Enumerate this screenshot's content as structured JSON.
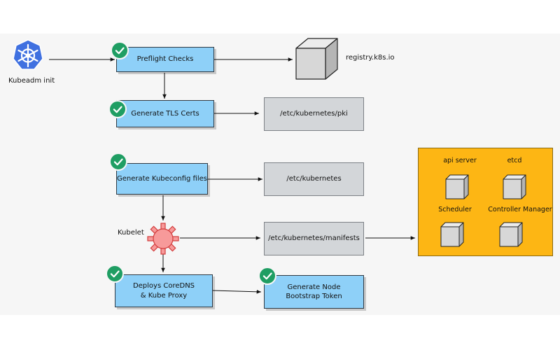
{
  "source": {
    "label": "Kubeadm init",
    "icon": "kubernetes-helm-icon"
  },
  "steps": {
    "preflight": "Preflight Checks",
    "tls": "Generate TLS Certs",
    "kubeconfig": "Generate Kubeconfig files",
    "coredns": "Deploys CoreDNS\n& Kube Proxy",
    "bootstrap": "Generate Node\nBootstrap Token"
  },
  "paths": {
    "registry": "registry.k8s.io",
    "pki": "/etc/kubernetes/pki",
    "kubernetes": "/etc/kubernetes",
    "manifests": "/etc/kubernetes/manifests"
  },
  "kubelet": {
    "label": "Kubelet",
    "icon": "gear-icon"
  },
  "control_plane": {
    "components": [
      "api server",
      "etcd",
      "Scheduler",
      "Controller Manager"
    ]
  },
  "colors": {
    "step_fill": "#8ed0f8",
    "path_fill": "#d3d6d9",
    "control_plane_fill": "#fdb614",
    "check_green": "#1f9e63",
    "kubelet_gear": "#f79a9a",
    "kubernetes_blue": "#3f70e0"
  }
}
